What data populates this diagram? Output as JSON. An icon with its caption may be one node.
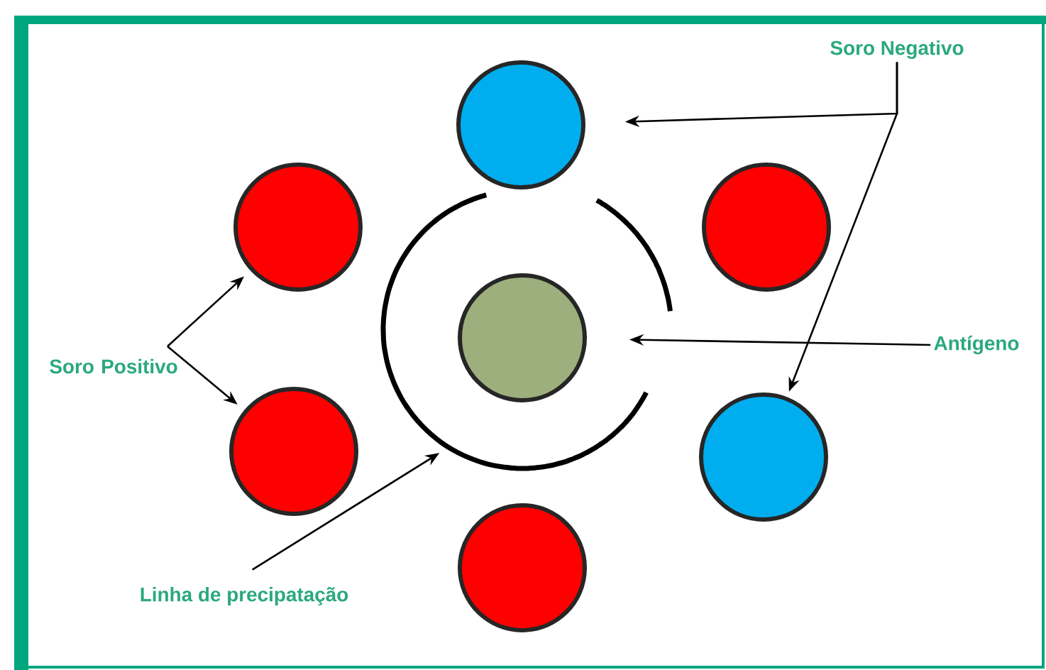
{
  "diagram": {
    "nodes": [
      {
        "text": [
          "Soro Negativo"
        ]
      },
      {
        "text": [
          "Soro Positivo"
        ]
      },
      {
        "text": [
          "Antígeno"
        ]
      },
      {
        "text": [
          "Linha de precipatação"
        ]
      },
      {
        "text": [],
        "shape": "circle"
      },
      {
        "text": [],
        "shape": "circle"
      },
      {
        "text": [],
        "shape": "circle"
      },
      {
        "text": [],
        "shape": "circle"
      },
      {
        "text": [],
        "shape": "circle"
      },
      {
        "text": [],
        "shape": "circle"
      },
      {
        "text": [],
        "shape": "circle"
      },
      {
        "text": [],
        "shape": "arc"
      }
    ],
    "edges": [
      {
        "from": 0,
        "to": 4,
        "arrow": "to"
      },
      {
        "from": 0,
        "to": 9,
        "arrow": "to"
      },
      {
        "from": 1,
        "to": 5,
        "arrow": "to"
      },
      {
        "from": 1,
        "to": 8,
        "arrow": "to"
      },
      {
        "from": 2,
        "to": 7,
        "arrow": "to"
      },
      {
        "from": 3,
        "to": 11,
        "arrow": "to"
      }
    ]
  }
}
